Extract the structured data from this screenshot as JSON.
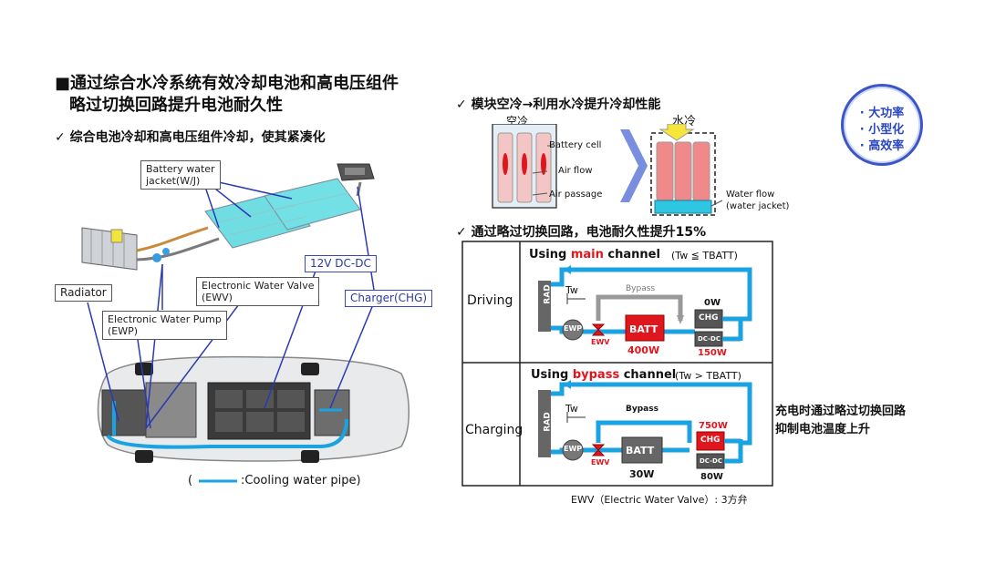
{
  "title": {
    "line1": "■通过综合水冷系统有效冷却电池和高电压组件",
    "line2": "略过切换回路提升电池耐久性"
  },
  "left": {
    "subtitle": "✓ 综合电池冷却和高电压组件冷却，使其紧凑化",
    "labels": {
      "battery_wj_1": "Battery water",
      "battery_wj_2": "jacket(W/J)",
      "dcdc": "12V DC-DC",
      "charger": "Charger(CHG)",
      "radiator": "Radiator",
      "ewv_1": "Electronic Water Valve",
      "ewv_2": "(EWV)",
      "ewp_1": "Electronic Water Pump",
      "ewp_2": "(EWP)"
    },
    "legend_open": "(",
    "legend_text": ":Cooling water pipe)"
  },
  "right": {
    "module_title": "✓ 模块空冷→利用水冷提升冷却性能",
    "air_cooling": "空冷",
    "water_cooling": "水冷",
    "air_labels": [
      "Battery cell",
      "Air flow",
      "Air passage"
    ],
    "water_flow_1": "Water flow",
    "water_flow_2": "(water jacket)",
    "bypass_title": "✓ 通过略过切换回路，电池耐久性提升15%",
    "badge": [
      "· 大功率",
      "· 小型化",
      "· 高效率"
    ],
    "driving": {
      "row_label": "Driving",
      "title_pre": "Using ",
      "title_hl": "main",
      "title_post": " channel",
      "cond": "(Tw  ≦ TBATT)",
      "rad": "RAD",
      "tw": "Tw",
      "bypass": "Bypass",
      "ewp": "EWP",
      "ewv": "EWV",
      "batt": "BATT",
      "chg": "CHG",
      "dcdc": "DC-DC",
      "batt_power": "400W",
      "chg_power": "0W",
      "dcdc_power": "150W"
    },
    "charging": {
      "row_label": "Charging",
      "title_pre": "Using ",
      "title_hl": "bypass",
      "title_post": " channel",
      "cond": "(Tw   > TBATT)",
      "rad": "RAD",
      "tw": "Tw",
      "bypass": "Bypass",
      "ewp": "EWP",
      "ewv": "EWV",
      "batt": "BATT",
      "chg": "CHG",
      "dcdc": "DC-DC",
      "batt_power": "30W",
      "chg_power": "750W",
      "dcdc_power": "80W"
    },
    "ewv_note": "EWV（Electric Water Valve）: 3方弁",
    "charge_note_1": "充电时通过略过切换回路",
    "charge_note_2": "抑制电池温度上升"
  },
  "colors": {
    "pipe": "#1aa3e0",
    "red": "#e0161e",
    "accent_blue": "#2a46c0",
    "cyan_jacket": "#5fd6dc"
  }
}
